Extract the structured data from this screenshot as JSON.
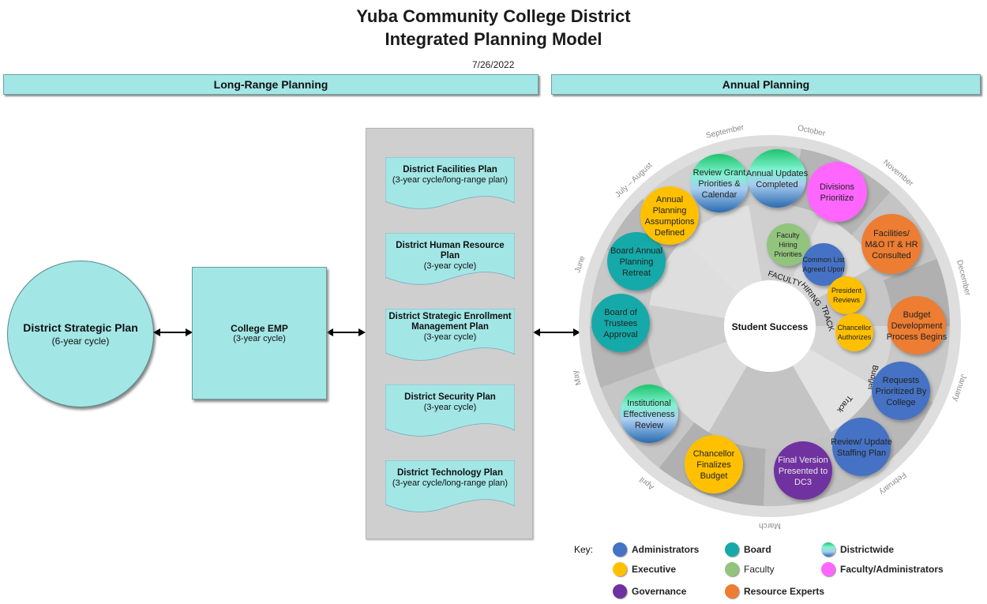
{
  "header": {
    "title_line1": "Yuba Community College District",
    "title_line2": "Integrated Planning Model",
    "date": "7/26/2022"
  },
  "sections": {
    "long_range": "Long-Range Planning",
    "annual": "Annual Planning"
  },
  "long_range": {
    "strategic_plan": {
      "title": "District Strategic Plan",
      "subtitle": "(6-year cycle)"
    },
    "college_emp": {
      "title": "College EMP",
      "subtitle": "(3-year cycle)"
    },
    "plans": [
      {
        "title": "District Facilities Plan",
        "subtitle": "(3-year cycle/long-range plan)"
      },
      {
        "title": "District Human Resource Plan",
        "subtitle": "(3-year cycle)"
      },
      {
        "title": "District Strategic Enrollment Management Plan",
        "subtitle": "(3-year cycle)"
      },
      {
        "title": "District Security Plan",
        "subtitle": "(3-year cycle)"
      },
      {
        "title": "District Technology Plan",
        "subtitle": "(3-year cycle/long-range plan)"
      }
    ]
  },
  "wheel": {
    "center": "Student Success",
    "months": [
      "September",
      "October",
      "November",
      "December",
      "January",
      "February",
      "March",
      "April",
      "May",
      "June",
      "July – August"
    ],
    "track_labels": {
      "faculty_hiring": [
        "FACULTY",
        "HIRING",
        "TRACK"
      ],
      "budget": [
        "Budget",
        "Track"
      ]
    },
    "events": [
      {
        "label": "Review Grant Priorities & Calendar",
        "group": "Districtwide"
      },
      {
        "label": "Annual Updates Completed",
        "group": "Districtwide"
      },
      {
        "label": "Divisions Prioritize",
        "group": "Faculty/Administrators"
      },
      {
        "label": "Facilities/ M&O IT & HR Consulted",
        "group": "Resource Experts"
      },
      {
        "label": "Budget Development Process Begins",
        "group": "Resource Experts"
      },
      {
        "label": "Requests Prioritized By College",
        "group": "Administrators"
      },
      {
        "label": "Review/ Update Staffing Plan",
        "group": "Administrators"
      },
      {
        "label": "Final Version Presented to DC3",
        "group": "Governance"
      },
      {
        "label": "Chancellor Finalizes Budget",
        "group": "Executive"
      },
      {
        "label": "Institutional Effectiveness Review",
        "group": "Districtwide"
      },
      {
        "label": "Board of Trustees Approval",
        "group": "Board"
      },
      {
        "label": "Board Annual Planning Retreat",
        "group": "Board"
      },
      {
        "label": "Annual Planning Assumptions Defined",
        "group": "Executive"
      },
      {
        "label": "Faculty Hiring Priorities",
        "group": "Faculty"
      },
      {
        "label": "Common List Agreed Upon",
        "group": "Administrators"
      },
      {
        "label": "President Reviews",
        "group": "Executive"
      },
      {
        "label": "Chancellor Authorizes",
        "group": "Executive"
      }
    ]
  },
  "key": {
    "label": "Key:",
    "items": [
      {
        "name": "Administrators",
        "color": "#4472c4"
      },
      {
        "name": "Board",
        "color": "#17a9a9"
      },
      {
        "name": "Districtwide",
        "color": "gradient"
      },
      {
        "name": "Executive",
        "color": "#ffc000"
      },
      {
        "name": "Faculty",
        "color": "#92c47d"
      },
      {
        "name": "Faculty/Administrators",
        "color": "#ff66ff"
      },
      {
        "name": "Governance",
        "color": "#7030a0"
      },
      {
        "name": "Resource Experts",
        "color": "#ed7d31"
      }
    ]
  }
}
